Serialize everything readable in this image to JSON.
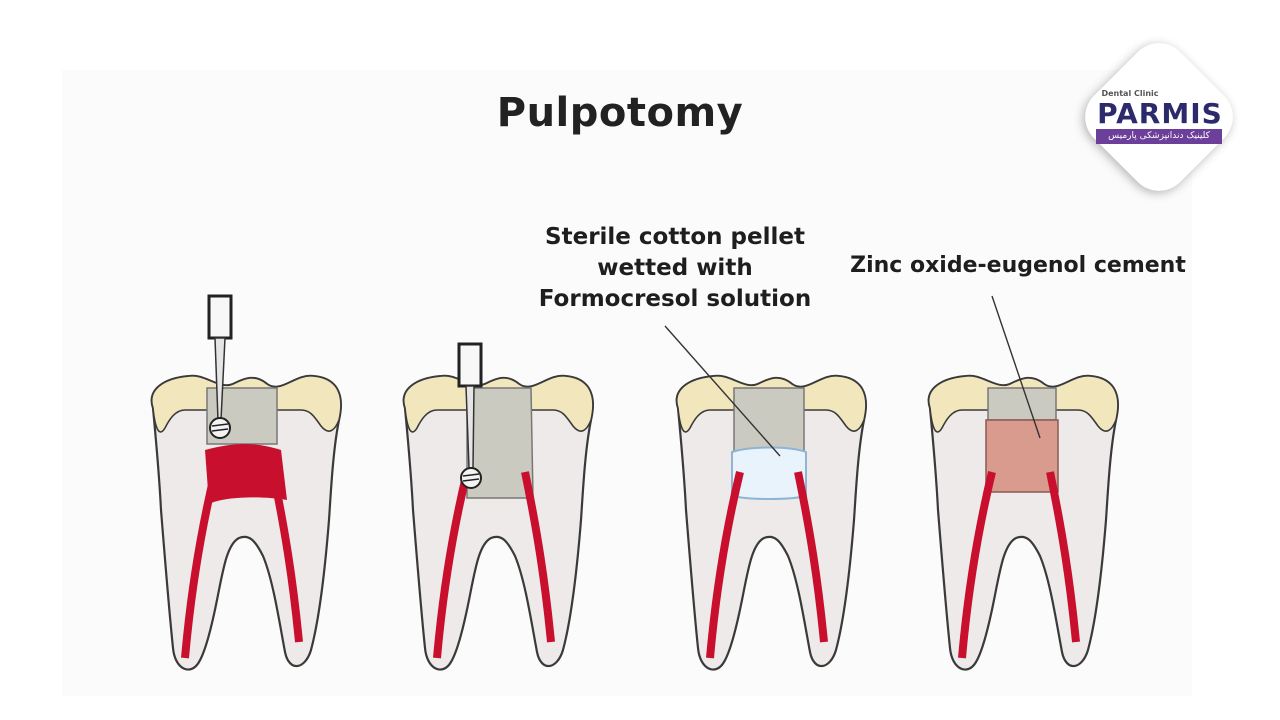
{
  "title": "Pulpotomy",
  "labels": {
    "cotton_line1": "Sterile cotton pellet",
    "cotton_line2": "wetted with",
    "cotton_line3": "Formocresol solution",
    "zinc": "Zinc oxide-eugenol cement"
  },
  "logo": {
    "small_text": "Dental Clinic",
    "name": "PARMIS",
    "subtitle": "کلینیک دندانپزشکی پارمیس",
    "accent_color": "#6b3f9a",
    "name_color": "#2c2a6b"
  },
  "colors": {
    "enamel": "#f2e6bd",
    "dentin": "#eeeae9",
    "pulp": "#c8102e",
    "cavity": "#cbcac0",
    "cotton": "#e9f3fb",
    "cement": "#d99b8e",
    "outline": "#3a3a3a"
  },
  "stages": [
    {
      "id": "drilling",
      "content": "pulp"
    },
    {
      "id": "pulp-removed",
      "content": "empty"
    },
    {
      "id": "cotton-pellet",
      "content": "cotton"
    },
    {
      "id": "zinc-cement",
      "content": "cement"
    }
  ]
}
